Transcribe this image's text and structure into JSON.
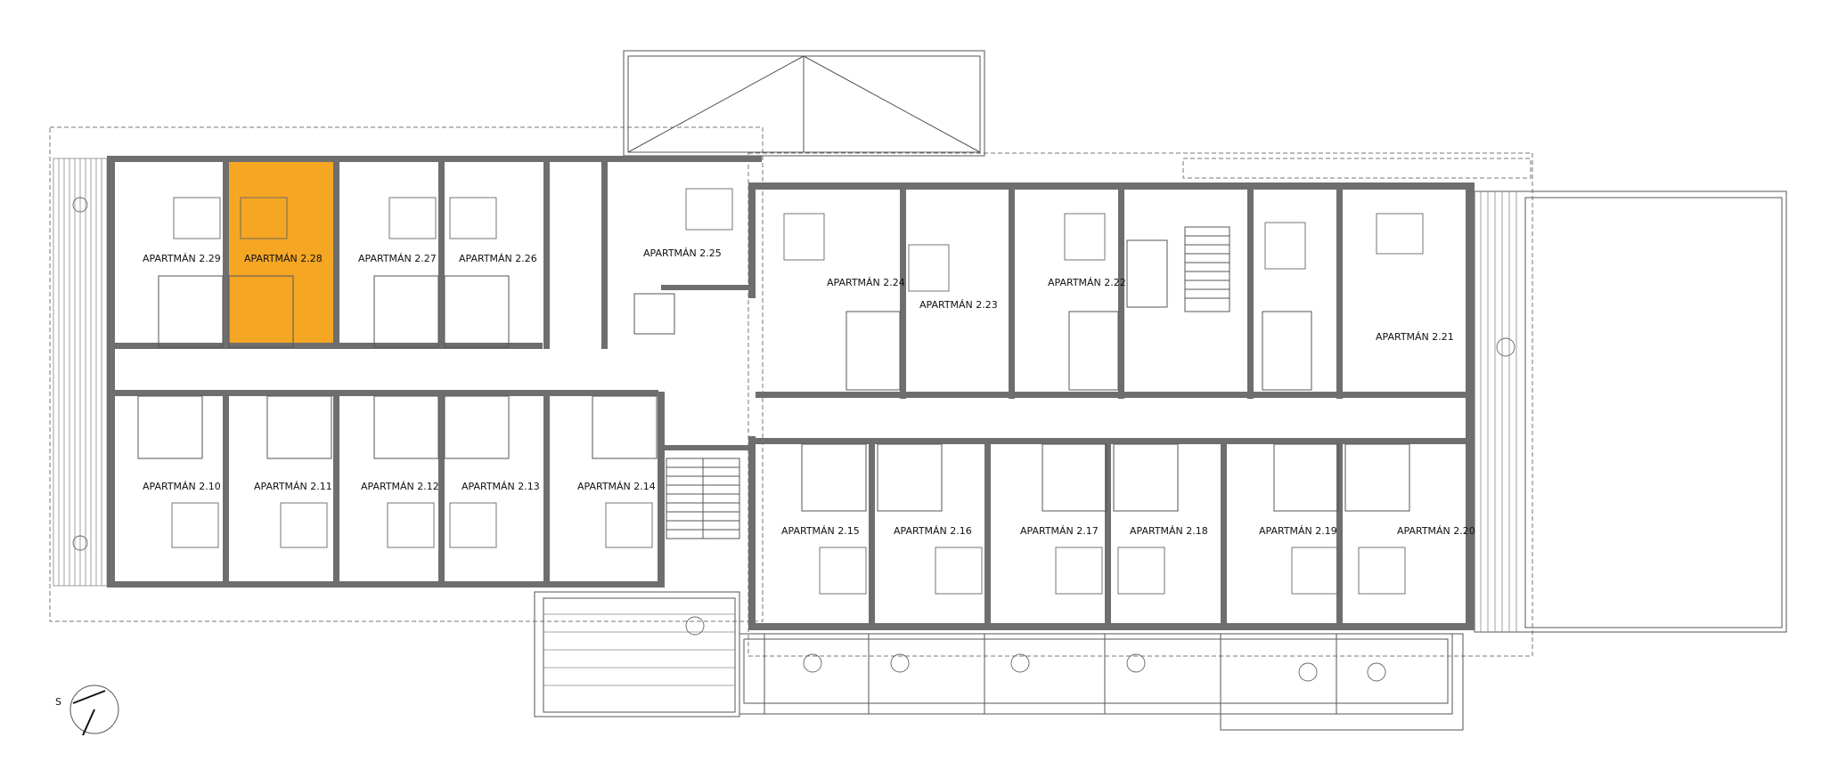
{
  "plan": {
    "highlight_color": "#F5A623",
    "wall_color": "#6e6e6e",
    "highlighted_apartment": "2.28",
    "north_arrow_letter": "S",
    "apartments": [
      {
        "id": "2.29",
        "label": "APARTMÁN 2.29"
      },
      {
        "id": "2.28",
        "label": "APARTMÁN 2.28"
      },
      {
        "id": "2.27",
        "label": "APARTMÁN 2.27"
      },
      {
        "id": "2.26",
        "label": "APARTMÁN 2.26"
      },
      {
        "id": "2.25",
        "label": "APARTMÁN 2.25"
      },
      {
        "id": "2.24",
        "label": "APARTMÁN 2.24"
      },
      {
        "id": "2.23",
        "label": "APARTMÁN 2.23"
      },
      {
        "id": "2.22",
        "label": "APARTMÁN 2.22"
      },
      {
        "id": "2.21",
        "label": "APARTMÁN 2.21"
      },
      {
        "id": "2.10",
        "label": "APARTMÁN 2.10"
      },
      {
        "id": "2.11",
        "label": "APARTMÁN 2.11"
      },
      {
        "id": "2.12",
        "label": "APARTMÁN 2.12"
      },
      {
        "id": "2.13",
        "label": "APARTMÁN 2.13"
      },
      {
        "id": "2.14",
        "label": "APARTMÁN 2.14"
      },
      {
        "id": "2.15",
        "label": "APARTMÁN 2.15"
      },
      {
        "id": "2.16",
        "label": "APARTMÁN 2.16"
      },
      {
        "id": "2.17",
        "label": "APARTMÁN 2.17"
      },
      {
        "id": "2.18",
        "label": "APARTMÁN 2.18"
      },
      {
        "id": "2.19",
        "label": "APARTMÁN 2.19"
      },
      {
        "id": "2.20",
        "label": "APARTMÁN 2.20"
      }
    ]
  }
}
